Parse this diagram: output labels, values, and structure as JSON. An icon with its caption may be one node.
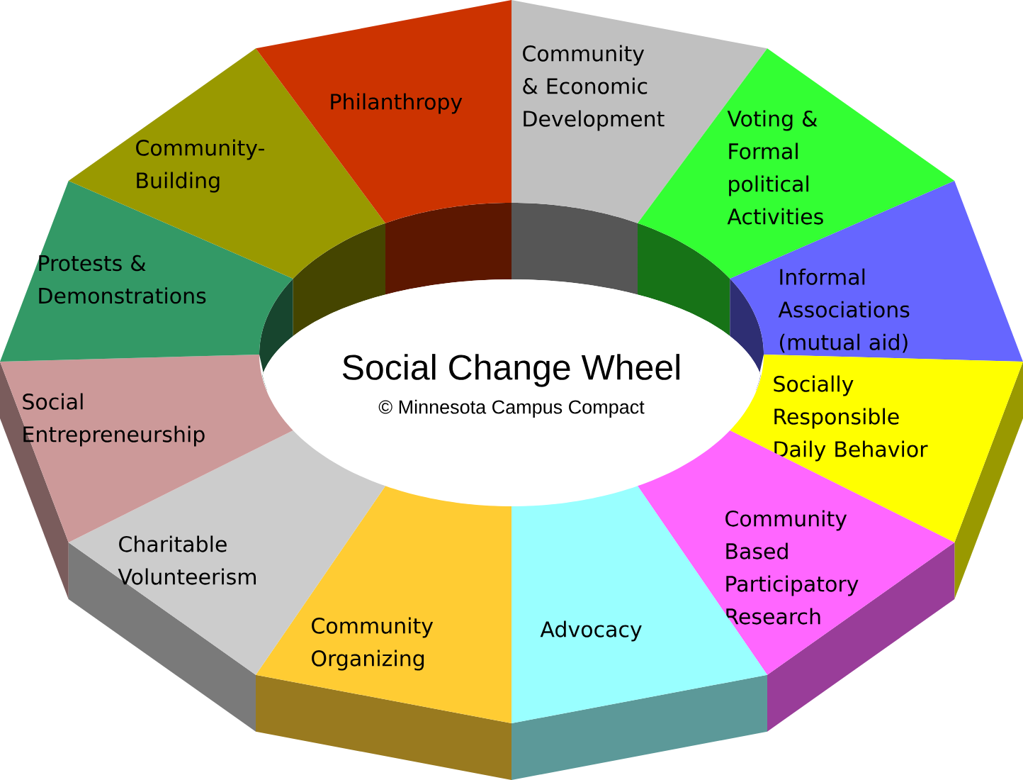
{
  "diagram": {
    "nodes": [
      {
        "text": [
          "Community & Economic Development"
        ]
      },
      {
        "text": [
          "Voting & Formal political Activities"
        ]
      },
      {
        "text": [
          "Informal Associations (mutual aid)"
        ]
      },
      {
        "text": [
          "Socially Responsible Daily Behavior"
        ]
      },
      {
        "text": [
          "Community Based Participatory Research"
        ]
      },
      {
        "text": [
          "Advocacy"
        ]
      },
      {
        "text": [
          "Community Organizing"
        ]
      },
      {
        "text": [
          "Charitable Volunteerism"
        ]
      },
      {
        "text": [
          "Social Entrepreneurship"
        ]
      },
      {
        "text": [
          "Protests & Demonstrations"
        ]
      },
      {
        "text": [
          "Community-Building"
        ]
      },
      {
        "text": [
          "Philanthropy"
        ]
      },
      {
        "text": [
          "Social Change Wheel",
          "© Minnesota Campus Compact"
        ]
      }
    ]
  }
}
